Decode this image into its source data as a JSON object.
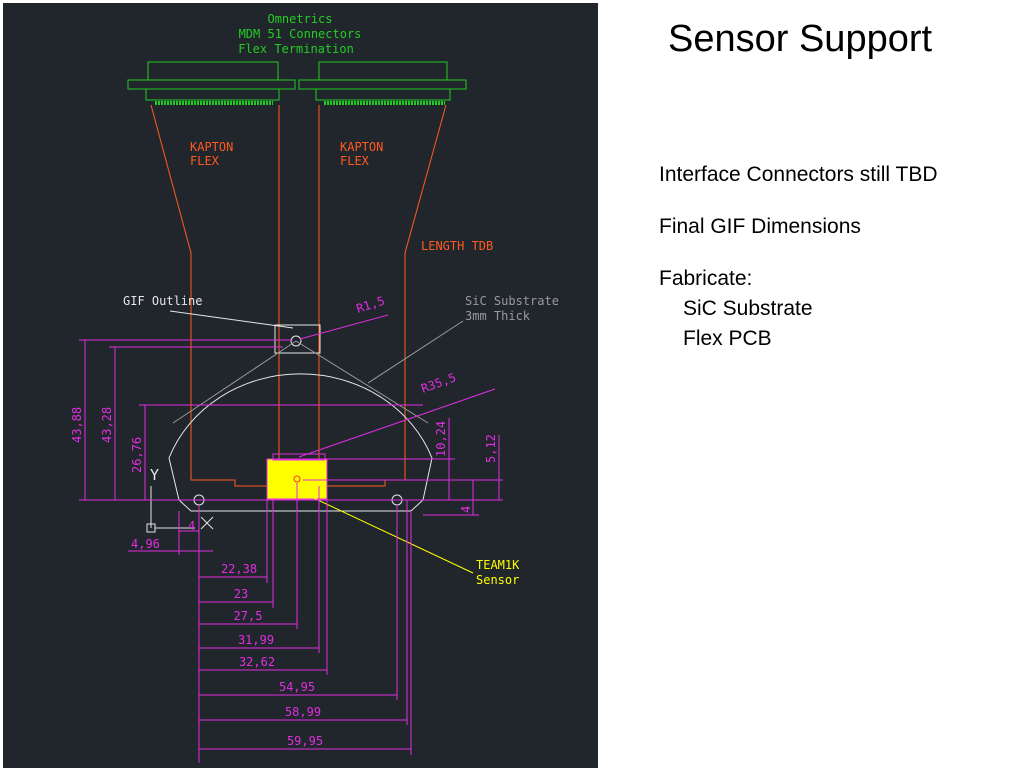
{
  "slide": {
    "title": "Sensor Support",
    "bullets": [
      "Interface Connectors still TBD",
      "Final GIF Dimensions",
      "Fabricate:"
    ],
    "sub_bullets": [
      "SiC Substrate",
      "Flex PCB"
    ]
  },
  "drawing": {
    "colors": {
      "background": "#20262c",
      "connector": "#22cc22",
      "flex": "#ff5a1e",
      "dimension": "#e02ee0",
      "outline": "#e6e6e6",
      "sensor": "#ffff00",
      "leader": "#c8c8c8"
    },
    "header": [
      "Omnetrics",
      "MDM 51 Connectors",
      "Flex Termination"
    ],
    "kapton_left": [
      "KAPTON",
      "FLEX"
    ],
    "kapton_right": [
      "KAPTON",
      "FLEX"
    ],
    "length_label": "LENGTH TDB",
    "gif_outline": "GIF Outline",
    "sic": [
      "SiC Substrate",
      "3mm Thick"
    ],
    "r_small": "R1,5",
    "r_large": "R35,5",
    "sensor_label": [
      "TEAM1K",
      "Sensor"
    ],
    "axis_y": "Y",
    "axis_x": "X",
    "vertical_dims": [
      "43,88",
      "43,28",
      "26,76",
      "10,24",
      "5,12",
      "4"
    ],
    "small_dims": [
      "4",
      "4,96"
    ],
    "horizontal_dims": [
      "22,38",
      "23",
      "27,5",
      "31,99",
      "32,62",
      "54,95",
      "58,99",
      "59,95"
    ]
  }
}
